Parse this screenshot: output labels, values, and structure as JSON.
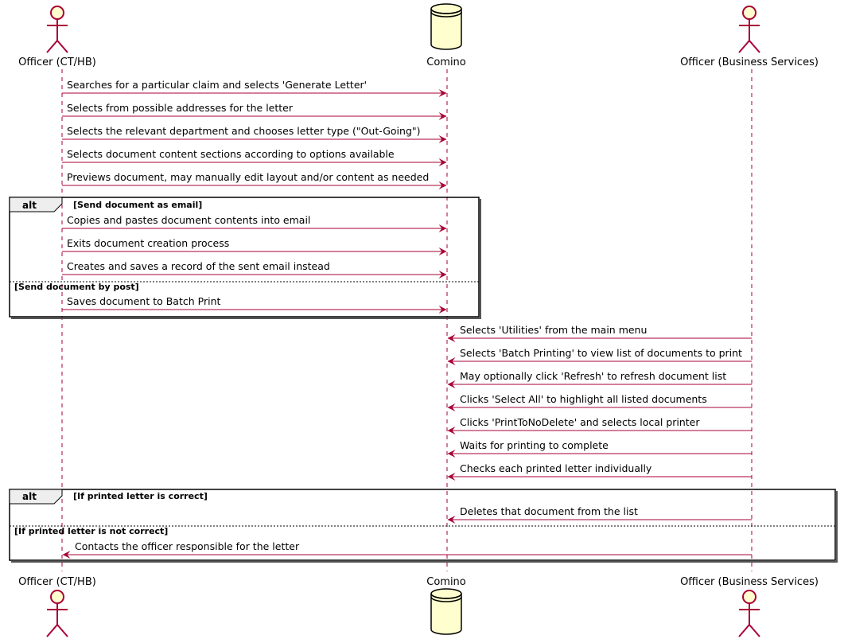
{
  "participants": [
    {
      "id": "officer",
      "label": "Officer (CT/HB)",
      "kind": "actor"
    },
    {
      "id": "comino",
      "label": "Comino",
      "kind": "database"
    },
    {
      "id": "bs",
      "label": "Officer (Business Services)",
      "kind": "actor"
    }
  ],
  "messages": [
    {
      "from": "officer",
      "to": "comino",
      "text": "Searches for a particular claim and selects 'Generate Letter'"
    },
    {
      "from": "officer",
      "to": "comino",
      "text": "Selects from possible addresses for the letter"
    },
    {
      "from": "officer",
      "to": "comino",
      "text": "Selects the relevant department and chooses letter type (\"Out-Going\")"
    },
    {
      "from": "officer",
      "to": "comino",
      "text": "Selects document content sections according to options available"
    },
    {
      "from": "officer",
      "to": "comino",
      "text": "Previews document, may manually edit layout and/or content as needed"
    },
    {
      "from": "officer",
      "to": "comino",
      "text": "Copies and pastes document contents into email"
    },
    {
      "from": "officer",
      "to": "comino",
      "text": "Exits document creation process"
    },
    {
      "from": "officer",
      "to": "comino",
      "text": "Creates and saves a record of the sent email instead"
    },
    {
      "from": "officer",
      "to": "comino",
      "text": "Saves document to Batch Print"
    },
    {
      "from": "bs",
      "to": "comino",
      "text": "Selects 'Utilities' from the main menu"
    },
    {
      "from": "bs",
      "to": "comino",
      "text": "Selects 'Batch Printing' to view list of documents to print"
    },
    {
      "from": "bs",
      "to": "comino",
      "text": "May optionally click 'Refresh' to refresh document list"
    },
    {
      "from": "bs",
      "to": "comino",
      "text": "Clicks 'Select All' to highlight all listed documents"
    },
    {
      "from": "bs",
      "to": "comino",
      "text": "Clicks 'PrintToNoDelete' and selects local printer"
    },
    {
      "from": "bs",
      "to": "comino",
      "text": "Waits for printing to complete"
    },
    {
      "from": "bs",
      "to": "comino",
      "text": "Checks each printed letter individually"
    },
    {
      "from": "bs",
      "to": "comino",
      "text": "Deletes that document from the list"
    },
    {
      "from": "bs",
      "to": "officer",
      "text": "Contacts the officer responsible for the letter"
    }
  ],
  "groups": [
    {
      "keyword": "alt",
      "conditions": [
        "[Send document as email]",
        "[Send document by post]"
      ]
    },
    {
      "keyword": "alt",
      "conditions": [
        "[If printed letter is correct]",
        "[If printed letter is not correct]"
      ]
    }
  ],
  "colors": {
    "border": "#a80036",
    "fill": "#fefece",
    "lifeline": "#a80036",
    "frame": "#000000"
  }
}
